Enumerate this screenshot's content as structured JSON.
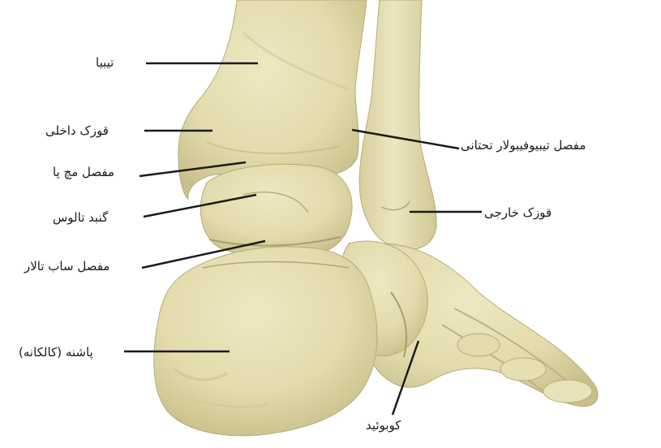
{
  "labels": {
    "tibia": "تیبیا",
    "medial_malleolus": "قوزک داخلی",
    "ankle_joint": "مفصل مچ پا",
    "talus_dome": "گنبد تالوس",
    "subtalar_joint": "مفصل ساب تالار",
    "calcaneus": "پاشنه (کالکانه)",
    "cuboid": "کوبوئید",
    "lateral_malleolus": "قوزک خارجی",
    "distal_tibiofibular_joint": "مفصل تیبیوفیبولار تحتانی"
  },
  "colors": {
    "bone": "#e6dfb1",
    "bone_shadow": "#c9c08c",
    "bone_dark": "#a89f6b",
    "leader_line": "#1b1b1b",
    "text": "#1b1b1b"
  }
}
